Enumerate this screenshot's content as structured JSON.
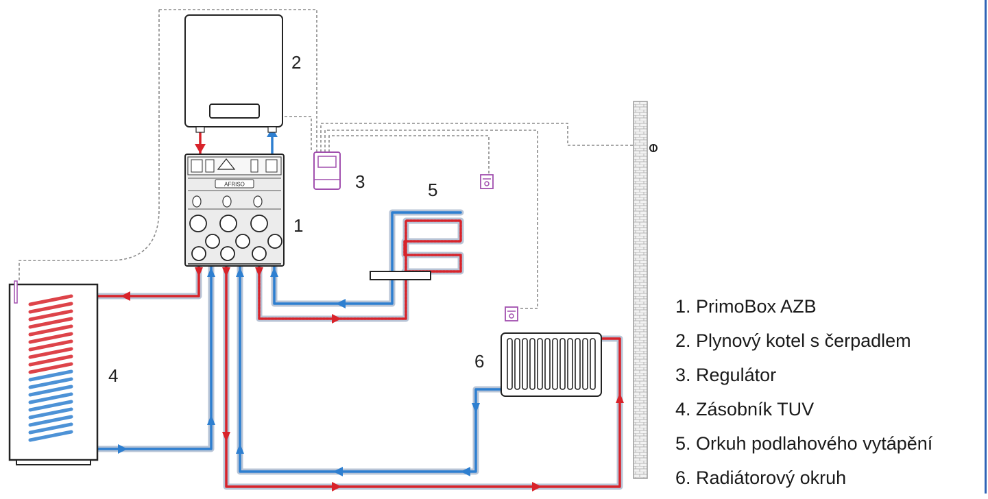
{
  "labels": {
    "n1": "1",
    "n2": "2",
    "n3": "3",
    "n4": "4",
    "n5": "5",
    "n6": "6"
  },
  "unit_badge": "AFRISO",
  "legend": [
    "1. PrimoBox AZB",
    "2. Plynový kotel s čerpadlem",
    "3. Regulátor",
    "4. Zásobník TUV",
    "5. Orkuh podlahového vytápění",
    "6. Radiátorový okruh"
  ],
  "colors": {
    "supply": "#d8232a",
    "return": "#2e7fd0",
    "pipe_halo": "#b8c4d6",
    "controller": "#a14fae",
    "frame": "#2f64b6"
  },
  "icons": [
    "outdoor-sensor-icon",
    "thermostat-icon",
    "controller-icon",
    "radiator-icon",
    "floor-coil-icon",
    "tank-coil-icon",
    "wall-icon"
  ]
}
